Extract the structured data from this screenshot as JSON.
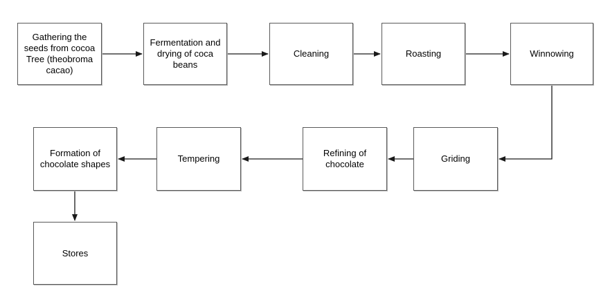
{
  "diagram": {
    "type": "flowchart",
    "colors": {
      "background": "#ffffff",
      "box_fill": "#ffffff",
      "box_border": "#595959",
      "arrow": "#1a1a1a",
      "text": "#000000"
    },
    "nodes": [
      {
        "id": "gathering",
        "label": "Gathering the seeds from cocoa Tree (theobroma cacao)"
      },
      {
        "id": "fermentation",
        "label": "Fermentation and drying of coca beans"
      },
      {
        "id": "cleaning",
        "label": "Cleaning"
      },
      {
        "id": "roasting",
        "label": "Roasting"
      },
      {
        "id": "winnowing",
        "label": "Winnowing"
      },
      {
        "id": "formation",
        "label": "Formation of chocolate shapes"
      },
      {
        "id": "tempering",
        "label": "Tempering"
      },
      {
        "id": "refining",
        "label": "Refining of chocolate"
      },
      {
        "id": "griding",
        "label": "Griding"
      },
      {
        "id": "stores",
        "label": "Stores"
      }
    ],
    "edges": [
      {
        "from": "gathering",
        "to": "fermentation"
      },
      {
        "from": "fermentation",
        "to": "cleaning"
      },
      {
        "from": "cleaning",
        "to": "roasting"
      },
      {
        "from": "roasting",
        "to": "winnowing"
      },
      {
        "from": "winnowing",
        "to": "griding"
      },
      {
        "from": "griding",
        "to": "refining"
      },
      {
        "from": "refining",
        "to": "tempering"
      },
      {
        "from": "tempering",
        "to": "formation"
      },
      {
        "from": "formation",
        "to": "stores"
      }
    ]
  }
}
